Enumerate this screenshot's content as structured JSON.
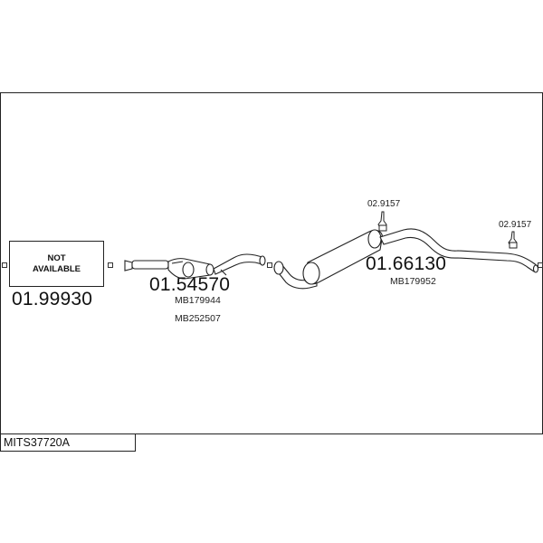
{
  "diagram": {
    "model_code": "MITS37720A",
    "sections": [
      {
        "part_number": "01.99930",
        "status_line1": "NOT",
        "status_line2": "AVAILABLE"
      },
      {
        "part_number": "01.54570",
        "oem_refs": [
          "MB179944",
          "MB252507"
        ]
      },
      {
        "part_number": "01.66130",
        "oem_refs": [
          "MB179952"
        ],
        "brackets": [
          "02.9157",
          "02.9157"
        ]
      }
    ]
  }
}
